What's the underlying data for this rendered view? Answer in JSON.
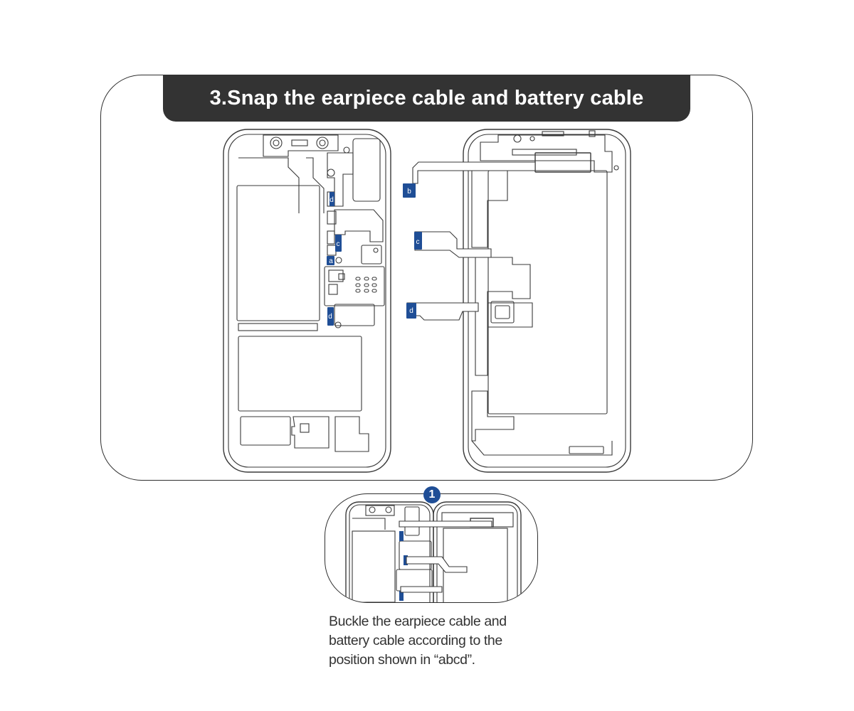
{
  "step": {
    "title": "3.Snap the earpiece cable and battery cable",
    "number": "1",
    "instruction": "Buckle the earpiece cable and battery cable according to the position shown in “abcd”."
  },
  "markers": {
    "a": "a",
    "b": "b",
    "c": "c",
    "d": "d"
  },
  "colors": {
    "marker_blue": "#1f4e96",
    "banner_dark": "#333333",
    "line": "#3a3a3a"
  }
}
